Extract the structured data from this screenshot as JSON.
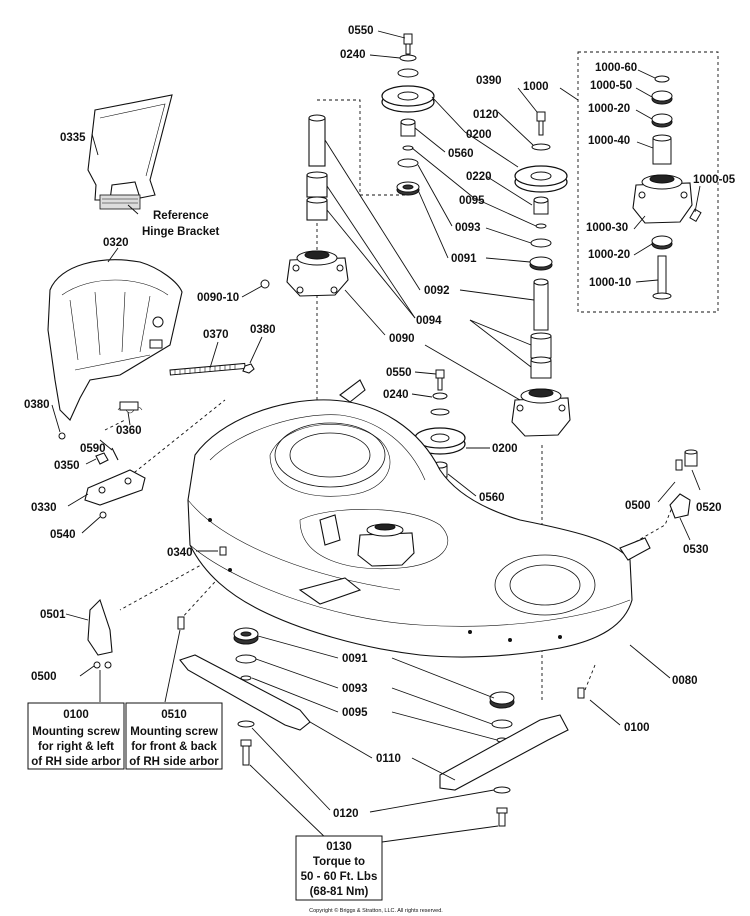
{
  "callouts": {
    "c0550_top": "0550",
    "c0240_top": "0240",
    "c0390": "0390",
    "c1000": "1000",
    "c0120_top": "0120",
    "c0200_top": "0200",
    "c0560_top": "0560",
    "c0220": "0220",
    "c0095_top": "0095",
    "c0093_top": "0093",
    "c0091_top": "0091",
    "c0092": "0092",
    "c0094": "0094",
    "c0090": "0090",
    "c0090_10": "0090-10",
    "c0335": "0335",
    "c0320": "0320",
    "c0370": "0370",
    "c0380_right": "0380",
    "c0380_left": "0380",
    "c0360": "0360",
    "c0590": "0590",
    "c0350": "0350",
    "c0330": "0330",
    "c0540": "0540",
    "c0550_mid": "0550",
    "c0240_mid": "0240",
    "c0200_mid": "0200",
    "c0560_mid": "0560",
    "c0500_right": "0500",
    "c0520": "0520",
    "c0530": "0530",
    "c0340": "0340",
    "c0501": "0501",
    "c0500_left": "0500",
    "c0091_bottom": "0091",
    "c0093_bottom": "0093",
    "c0095_bottom": "0095",
    "c0110": "0110",
    "c0080": "0080",
    "c0100": "0100",
    "c0120_bottom": "0120",
    "c1000_60": "1000-60",
    "c1000_50": "1000-50",
    "c1000_20a": "1000-20",
    "c1000_40": "1000-40",
    "c1000_05": "1000-05",
    "c1000_30": "1000-30",
    "c1000_20b": "1000-20",
    "c1000_10": "1000-10"
  },
  "reference_label": {
    "line1": "Reference",
    "line2": "Hinge Bracket"
  },
  "note_0100": {
    "code": "0100",
    "line1": "Mounting screw",
    "line2": "for right & left",
    "line3": "of RH side arbor"
  },
  "note_0510": {
    "code": "0510",
    "line1": "Mounting screw",
    "line2": "for front & back",
    "line3": "of RH side arbor"
  },
  "note_0130": {
    "code": "0130",
    "line1": "Torque to",
    "line2": "50 - 60 Ft. Lbs",
    "line3": "(68-81 Nm)"
  },
  "copyright": "Copyright © Briggs & Stratton, LLC. All rights reserved."
}
